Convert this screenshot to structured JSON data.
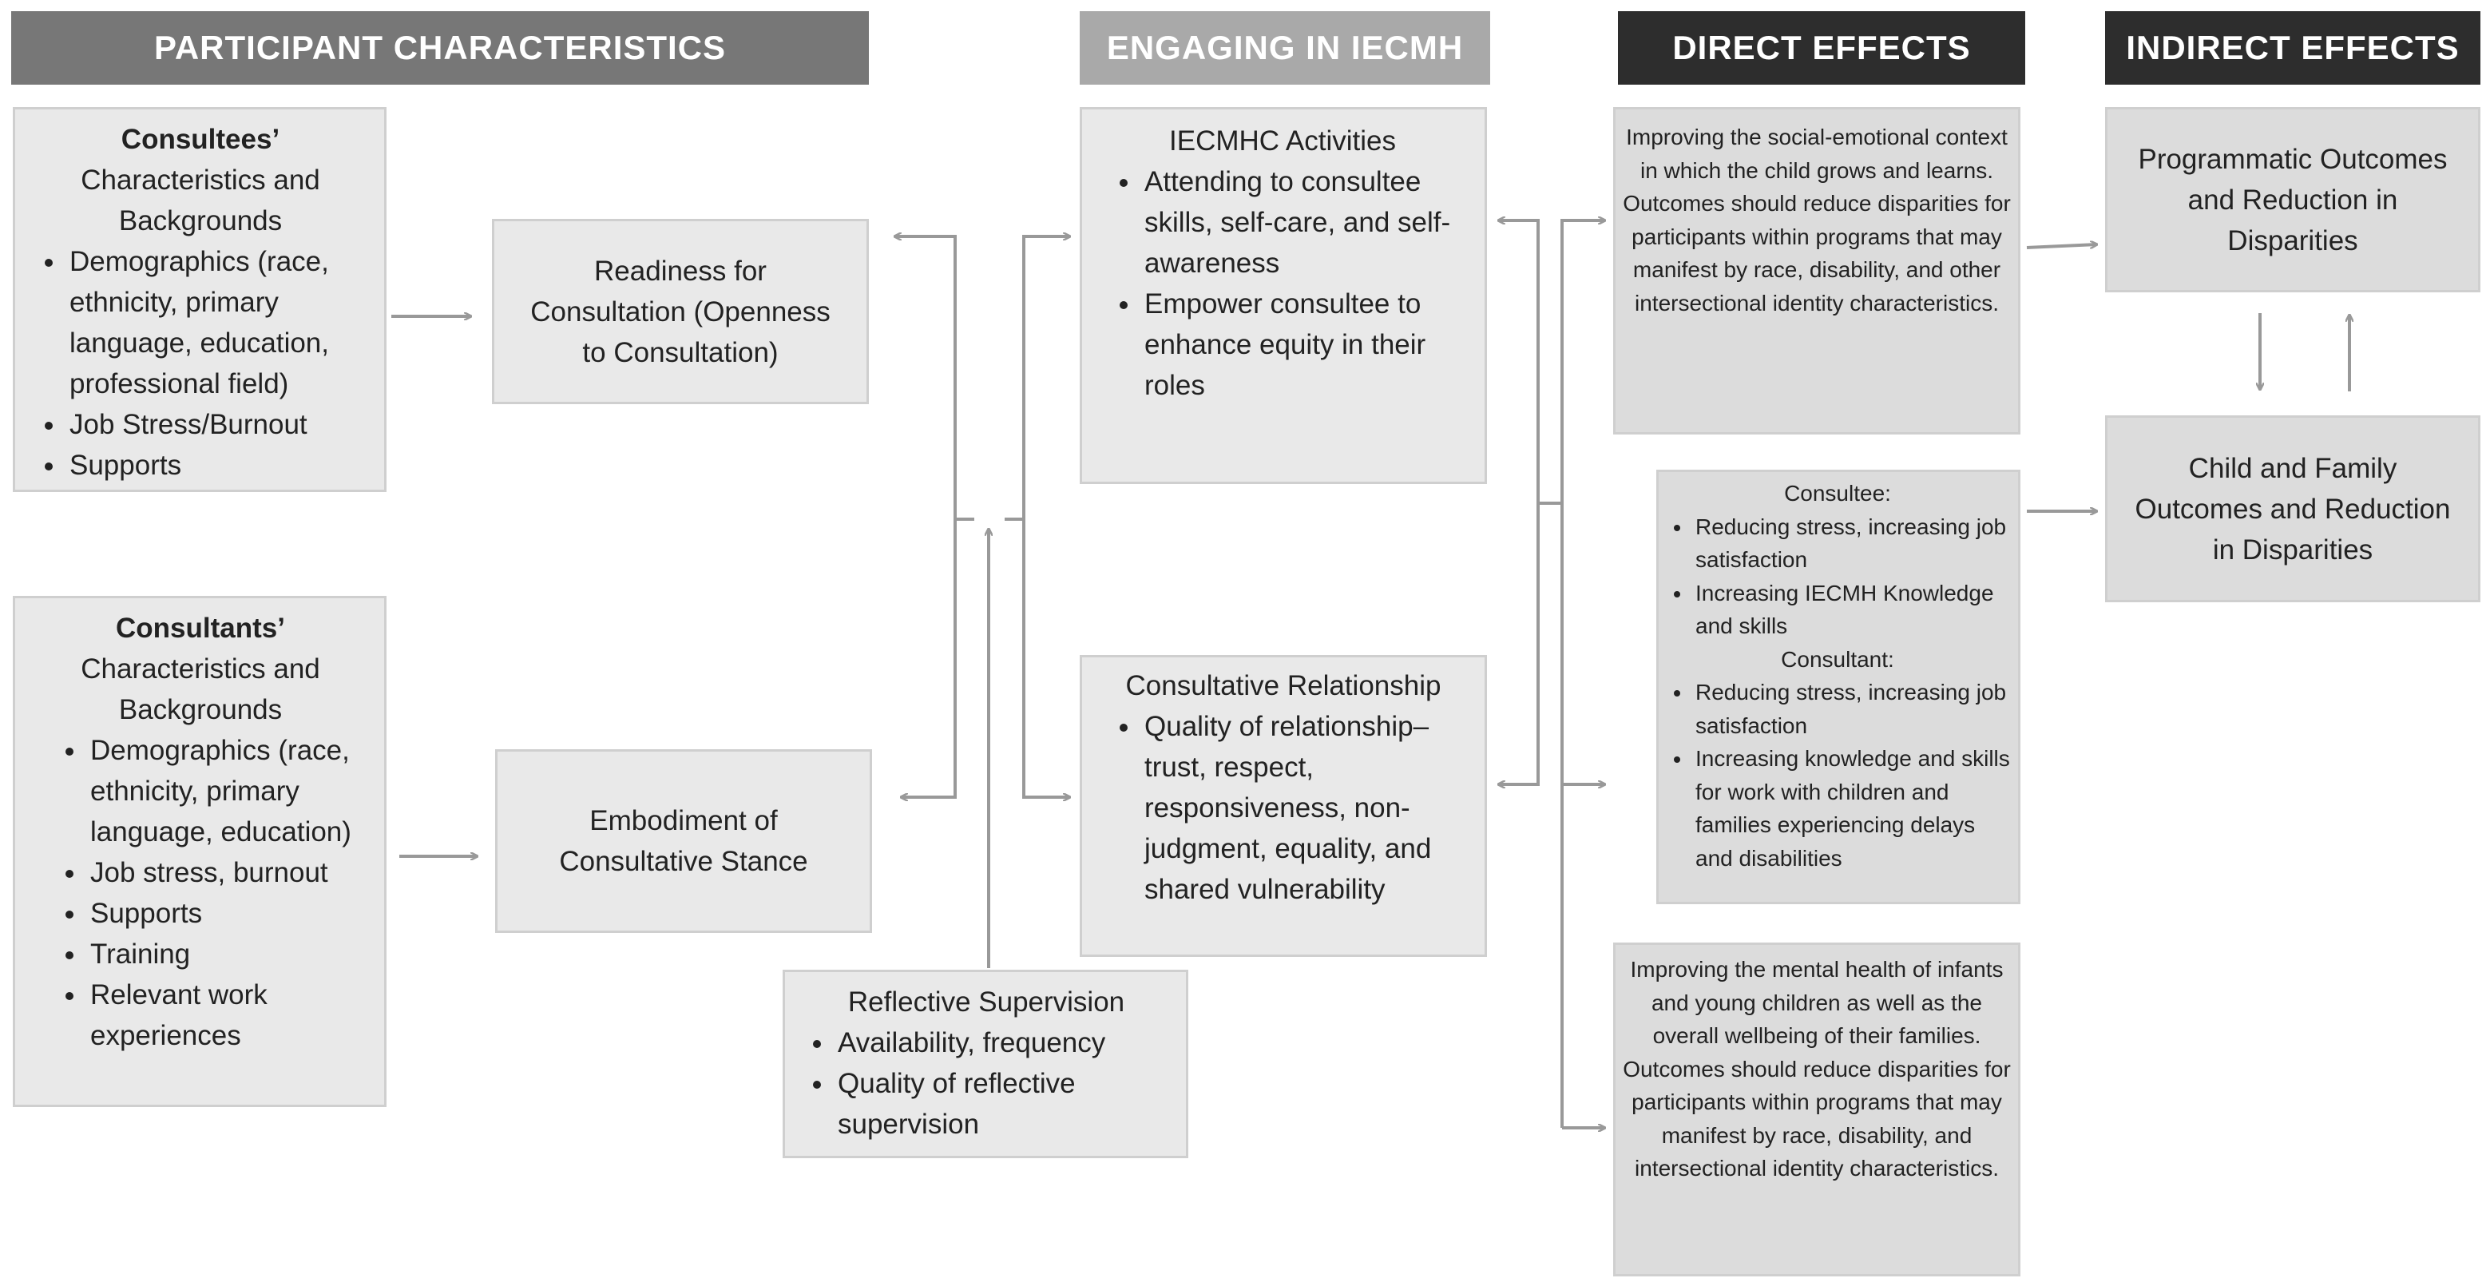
{
  "headers": {
    "participant": "PARTICIPANT CHARACTERISTICS",
    "engaging": "ENGAGING IN IECMH",
    "direct": "DIRECT EFFECTS",
    "indirect": "INDIRECT EFFECTS"
  },
  "consultees": {
    "title_bold": "Consultees’",
    "title_rest": "Characteristics and Backgrounds",
    "items": [
      "Demographics (race, ethnicity, primary language, education, professional field)",
      "Job Stress/Burnout",
      "Supports"
    ]
  },
  "consultants": {
    "title_bold": "Consultants’",
    "title_rest": "Characteristics and Backgrounds",
    "items": [
      "Demographics (race, ethnicity, primary language, education)",
      "Job stress, burnout",
      "Supports",
      "Training",
      "Relevant work experiences"
    ]
  },
  "readiness": {
    "text": "Readiness for Consultation (Openness to Consultation)"
  },
  "embodiment": {
    "text": "Embodiment of Consultative Stance"
  },
  "reflective": {
    "title": "Reflective Supervision",
    "items": [
      "Availability, frequency",
      "Quality of reflective supervision"
    ]
  },
  "activities": {
    "title": "IECMHC Activities",
    "items": [
      "Attending to consultee skills, self-care, and self-awareness",
      "Empower consultee to enhance equity in their roles"
    ]
  },
  "relationship": {
    "title": "Consultative Relationship",
    "items": [
      "Quality of relationship–trust, respect, responsiveness, non-judgment, equality, and shared vulnerability"
    ]
  },
  "direct1": {
    "text": "Improving the social-emotional context in which the child grows and learns. Outcomes should reduce disparities for participants within programs that may manifest by race, disability, and other intersectional identity characteristics."
  },
  "direct2": {
    "consultee_label": "Consultee:",
    "consultee_items": [
      "Reducing stress, increasing job satisfaction",
      "Increasing IECMH Knowledge and skills"
    ],
    "consultant_label": "Consultant:",
    "consultant_items": [
      "Reducing stress, increasing job satisfaction",
      "Increasing knowledge and skills for work with children and families experiencing delays and disabilities"
    ]
  },
  "direct3": {
    "text": "Improving the mental health of infants and young children as well as the overall wellbeing of their families. Outcomes should reduce disparities for participants within programs that may manifest by race, disability, and intersectional identity characteristics."
  },
  "programmatic": {
    "text": "Programmatic Outcomes and Reduction in Disparities"
  },
  "childfamily": {
    "text": "Child and Family Outcomes and Reduction in Disparities"
  },
  "colors": {
    "header_gray": "#777777",
    "header_light": "#a9a9a9",
    "header_dark": "#2d2d2d",
    "box_fill": "#e9e9e9",
    "arrow": "#999999"
  }
}
